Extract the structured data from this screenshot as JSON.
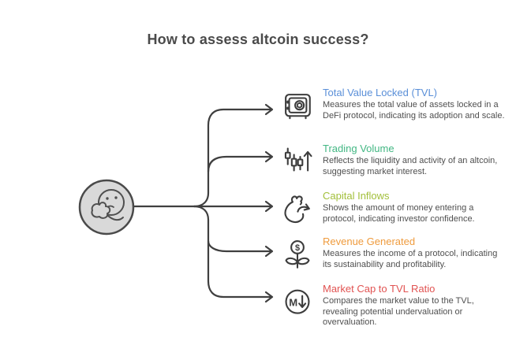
{
  "title": "How to assess altcoin success?",
  "center": {
    "icon": "thinking-person-icon"
  },
  "items": [
    {
      "icon": "safe-vault-icon",
      "heading": "Total Value Locked (TVL)",
      "color": "#5a8fd8",
      "description": "Measures the total value of assets locked in a DeFi protocol, indicating its adoption and scale."
    },
    {
      "icon": "candlestick-chart-icon",
      "heading": "Trading Volume",
      "color": "#42b783",
      "description": "Reflects the liquidity and activity of an altcoin, suggesting market interest."
    },
    {
      "icon": "money-bag-icon",
      "heading": "Capital Inflows",
      "color": "#a2bf3a",
      "description": "Shows the amount of money entering a protocol, indicating investor confidence."
    },
    {
      "icon": "money-plant-icon",
      "heading": "Revenue Generated",
      "color": "#ef9b3d",
      "description": "Measures the income of a protocol, indicating its sustainability and profitability."
    },
    {
      "icon": "market-cap-ratio-icon",
      "heading": "Market Cap to TVL Ratio",
      "color": "#e15352",
      "description": "Compares the market value to the TVL, revealing potential undervaluation or overvaluation."
    }
  ],
  "icon_glyphs": {
    "revenue_coin": "$",
    "market_cap": "M"
  },
  "colors": {
    "line": "#3f3f3f",
    "icon_stroke": "#3d3d3d",
    "title_text": "#4a4a4a",
    "body_text": "#4f4f4f",
    "circle_fill": "#d9d9d9",
    "circle_stroke": "#4a4a4a"
  }
}
